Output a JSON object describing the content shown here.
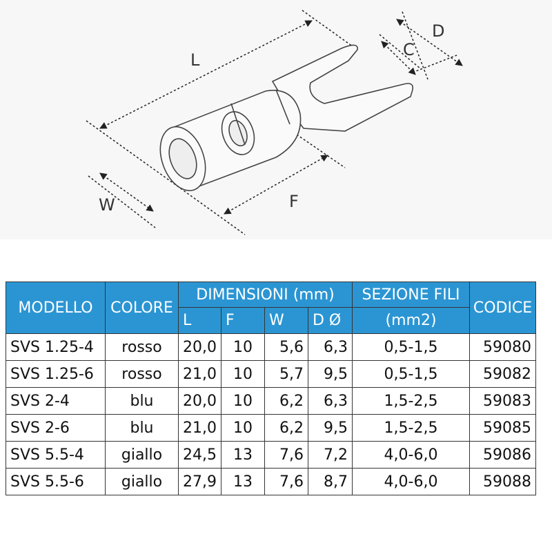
{
  "diagram": {
    "labels": {
      "L": "L",
      "D": "D",
      "C": "C",
      "W": "W",
      "F": "F"
    }
  },
  "table": {
    "header": {
      "modello": "MODELLO",
      "colore": "COLORE",
      "dimensioni": "DIMENSIONI (mm)",
      "sezione_top": "SEZIONE FILI",
      "sezione_bottom": "(mm2)",
      "codice": "CODICE",
      "sub": [
        "L",
        "F",
        "W",
        "D Ø"
      ]
    },
    "rows": [
      {
        "modello": "SVS 1.25-4",
        "colore": "rosso",
        "L": "20,0",
        "F": "10",
        "W": "5,6",
        "D": "6,3",
        "sezione": "0,5-1,5",
        "codice": "59080"
      },
      {
        "modello": "SVS 1.25-6",
        "colore": "rosso",
        "L": "21,0",
        "F": "10",
        "W": "5,7",
        "D": "9,5",
        "sezione": "0,5-1,5",
        "codice": "59082"
      },
      {
        "modello": "SVS 2-4",
        "colore": "blu",
        "L": "20,0",
        "F": "10",
        "W": "6,2",
        "D": "6,3",
        "sezione": "1,5-2,5",
        "codice": "59083"
      },
      {
        "modello": "SVS 2-6",
        "colore": "blu",
        "L": "21,0",
        "F": "10",
        "W": "6,2",
        "D": "9,5",
        "sezione": "1,5-2,5",
        "codice": "59085"
      },
      {
        "modello": "SVS 5.5-4",
        "colore": "giallo",
        "L": "24,5",
        "F": "13",
        "W": "7,6",
        "D": "7,2",
        "sezione": "4,0-6,0",
        "codice": "59086"
      },
      {
        "modello": "SVS 5.5-6",
        "colore": "giallo",
        "L": "27,9",
        "F": "13",
        "W": "7,6",
        "D": "8,7",
        "sezione": "4,0-6,0",
        "codice": "59088"
      }
    ]
  },
  "colors": {
    "header_bg": "#2b95d3",
    "header_text": "#ffffff",
    "border": "#333333"
  }
}
